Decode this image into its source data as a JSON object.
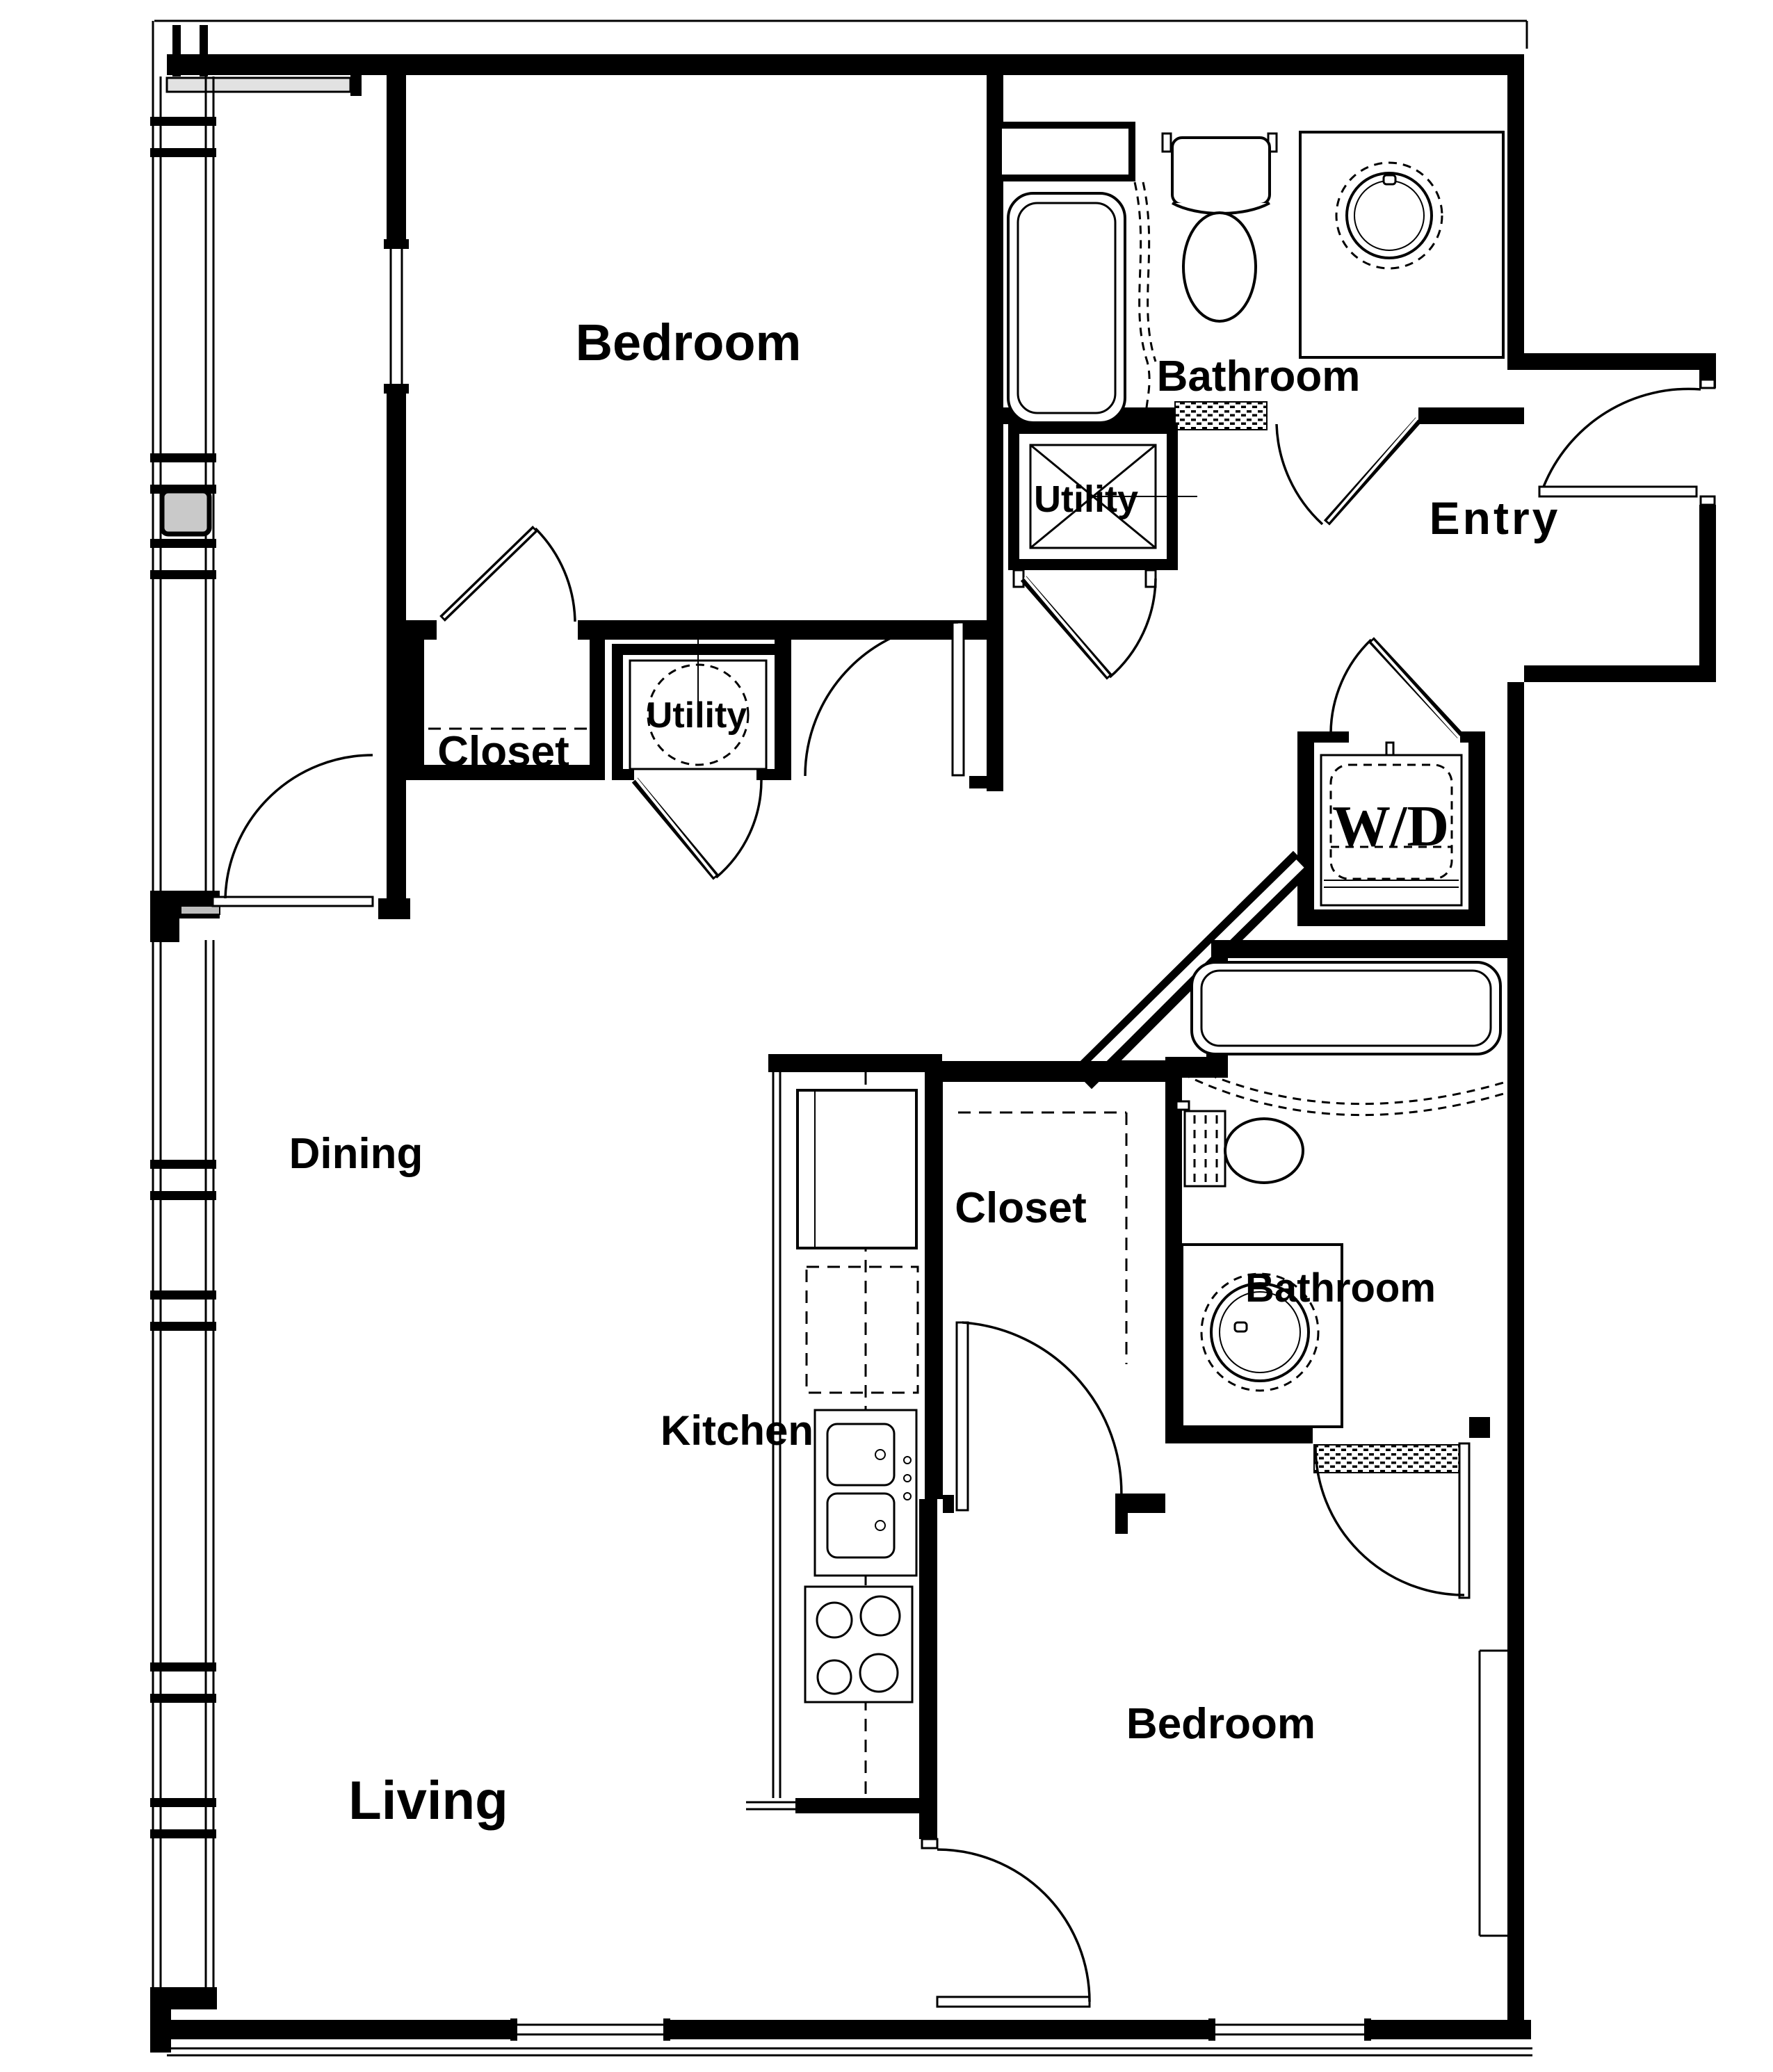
{
  "plan": {
    "type": "apartment-floor-plan",
    "colors": {
      "wall": "#000000",
      "background": "#ffffff",
      "column_box": "#c9c9c9",
      "linework": "#000000"
    },
    "rooms": [
      {
        "id": "bedroom-upper",
        "label": "Bedroom"
      },
      {
        "id": "bathroom-upper",
        "label": "Bathroom"
      },
      {
        "id": "entry",
        "label": "Entry"
      },
      {
        "id": "utility-hall",
        "label": "Utility"
      },
      {
        "id": "closet-upper",
        "label": "Closet"
      },
      {
        "id": "utility-closet",
        "label": "Utility"
      },
      {
        "id": "laundry",
        "label": "W/D"
      },
      {
        "id": "dining",
        "label": "Dining"
      },
      {
        "id": "closet-lower",
        "label": "Closet"
      },
      {
        "id": "kitchen",
        "label": "Kitchen"
      },
      {
        "id": "bathroom-lower",
        "label": "Bathroom"
      },
      {
        "id": "living",
        "label": "Living"
      },
      {
        "id": "bedroom-lower",
        "label": "Bedroom"
      }
    ],
    "fixtures": [
      "bathtub-upper",
      "toilet-upper",
      "vanity-sink-upper",
      "shower-curtain-upper",
      "water-heater-utility-hall",
      "water-heater-utility-closet",
      "washer-dryer-unit",
      "refrigerator",
      "pantry-counter",
      "kitchen-double-sink",
      "range-four-burners",
      "bathtub-lower",
      "toilet-lower",
      "vanity-sink-lower",
      "shower-curtain-lower",
      "closet-rod-upper",
      "closet-shelf-lower",
      "window-wall-column",
      "door-swings",
      "window-segments",
      "thresholds"
    ]
  }
}
